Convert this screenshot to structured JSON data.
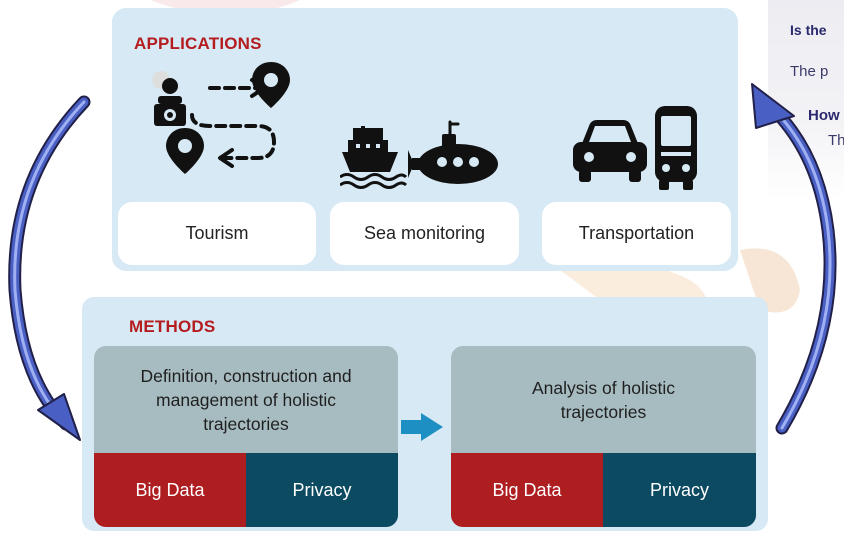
{
  "applications": {
    "title": "APPLICATIONS",
    "cards": [
      {
        "label": "Tourism",
        "icon": "tourism-route-icon"
      },
      {
        "label": "Sea monitoring",
        "icon": "ship-submarine-icon"
      },
      {
        "label": "Transportation",
        "icon": "car-bus-icon"
      }
    ]
  },
  "methods": {
    "title": "METHODS",
    "boxes": [
      {
        "text": "Definition, construction and management of holistic trajectories",
        "tags": [
          "Big Data",
          "Privacy"
        ]
      },
      {
        "text": "Analysis of holistic trajectories",
        "tags": [
          "Big Data",
          "Privacy"
        ]
      }
    ]
  },
  "side_panel": {
    "line1": "Is the",
    "line2": "The p",
    "line3": "How",
    "line4": "Th"
  },
  "colors": {
    "panel": "#d6e9f4",
    "title_red": "#b51c20",
    "method_box": "#a7bcc1",
    "tag_red": "#ae1d20",
    "tag_navy": "#0b4a61",
    "arrow_blue": "#1d8fc2",
    "cycle_arrow": "#4a5fc4"
  }
}
